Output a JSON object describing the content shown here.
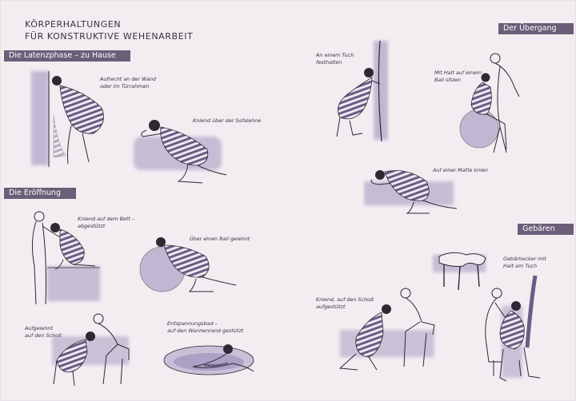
{
  "title": {
    "line1": "KÖRPERHALTUNGEN",
    "line2": "FÜR KONSTRUKTIVE WEHENARBEIT"
  },
  "sections": {
    "latent": "Die Latenzphase – zu Hause",
    "opening": "Die Eröffnung",
    "transition": "Der Übergang",
    "birth": "Gebären"
  },
  "captions": {
    "wall": "Aufrecht an der Wand\noder im Türrahmen",
    "sofa": "Kniend über der Sofalehne",
    "bed": "Kniend auf dem Bett –\nabgestützt",
    "ball_lean": "Über einen Ball gelehnt",
    "lap": "Aufgelehnt\nauf den Schoß",
    "bath": "Entspannungsbad –\nauf den Wannenrand gestützt",
    "cloth": "An einem Tuch\nfesthalten",
    "ball_sit": "Mit Halt auf einem\nBall sitzen",
    "mat": "Auf einer Matte knien",
    "lap_kneel": "Kniend, auf den Schoß\naufgestützt",
    "stool": "Gebärhocker mit\nHalt am Tuch"
  },
  "colors": {
    "background": "#f3edf2",
    "section_bg": "#6b5e78",
    "watercolor": "#9a8cb8",
    "stripe": "#6a5c86",
    "ink": "#2e2833"
  },
  "icons": {
    "figure": "pregnant-woman-illustration",
    "partner": "support-partner-illustration",
    "ball": "birthing-ball-illustration",
    "tub": "bathtub-illustration",
    "stool": "birthing-stool-illustration",
    "cloth": "hanging-cloth-illustration"
  }
}
